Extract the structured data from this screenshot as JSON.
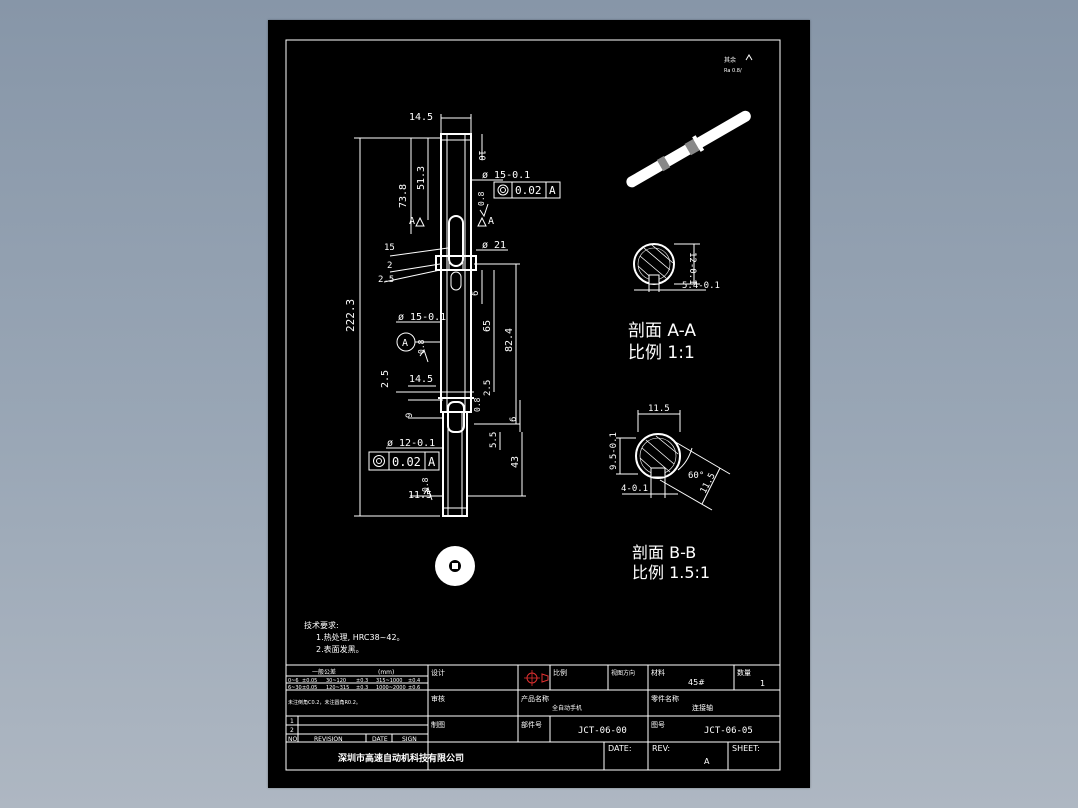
{
  "dimensions": {
    "top_width": "14.5",
    "top_length": "10",
    "dia_upper": "ø 15-0.1",
    "len_51": "51.3",
    "len_73": "73.8",
    "slot_15": "15",
    "dim_2": "2",
    "dim_25": "2.5",
    "dia_21": "ø 21",
    "total_length": "222.3",
    "dim_6a": "6",
    "len_65": "65",
    "len_82": "82.4",
    "dia_mid": "ø 15-0.1",
    "dim_25b": "2.5",
    "mid_width": "14.5",
    "dim_25c": "2.5",
    "dim_9": "9",
    "dim_6b": "6",
    "len_55": "5.5",
    "len_43": "43",
    "dia_lower": "ø 12-0.1",
    "dim_115": "11.5",
    "rough_08a": "0.8",
    "rough_08b": "0.8",
    "rough_08c": "0.8",
    "rough_08d": "0.8"
  },
  "tolerance_frames": {
    "upper": {
      "value": "0.02",
      "datum": "A"
    },
    "lower": {
      "value": "0.02",
      "datum": "A"
    }
  },
  "datum_label": "A",
  "section_marks": {
    "a1": "A",
    "a2": "A"
  },
  "sections": {
    "aa": {
      "title": "剖面 A-A",
      "scale": "比例 1:1",
      "dim_h": "12-0.1",
      "dim_w": "5.4-0.1"
    },
    "bb": {
      "title": "剖面 B-B",
      "scale": "比例 1.5:1",
      "dim_top": "11.5",
      "dim_side": "9.5-0.1",
      "dim_bottom": "4-0.1",
      "angle": "60°",
      "dim_diag": "11.5"
    }
  },
  "corner_note": {
    "line1": "其余",
    "line2": "Ra 0.8/"
  },
  "tech_requirements": {
    "title": "技术要求:",
    "item1": "1.热处理, HRC38~42。",
    "item2": "2.表面发黑。"
  },
  "title_block": {
    "tol_header": "一般公差",
    "tol_unit": "(mm)",
    "tol_rows": [
      [
        "0~6",
        "±0.05",
        "30~120",
        "±0.3",
        "315~1000",
        "±0.4"
      ],
      [
        "6~30",
        "±0.05",
        "120~315",
        "±0.3",
        "1000~2000",
        "±0.6"
      ]
    ],
    "note": "未注倒角C0.2，未注圆角R0.2。",
    "rev_rows": [
      "1",
      "2"
    ],
    "rev_headers": [
      "NO",
      "REVISION",
      "DATE",
      "SIGN"
    ],
    "label_design": "设计",
    "label_check": "审核",
    "label_draw": "制图",
    "label_scale": "比例",
    "label_proj": "视图方向",
    "label_material": "材料",
    "material": "45#",
    "label_qty": "数量",
    "qty": "1",
    "label_product": "产品名称",
    "product": "全自动手机",
    "label_part": "零件名称",
    "part": "连接轴",
    "label_assy_no": "部件号",
    "assy_no": "JCT-06-00",
    "label_no": "图号",
    "part_no": "JCT-06-05",
    "company": "深圳市高速自动机科技有限公司",
    "label_date": "DATE:",
    "label_rev": "REV:",
    "rev": "A",
    "label_sheet": "SHEET:"
  }
}
